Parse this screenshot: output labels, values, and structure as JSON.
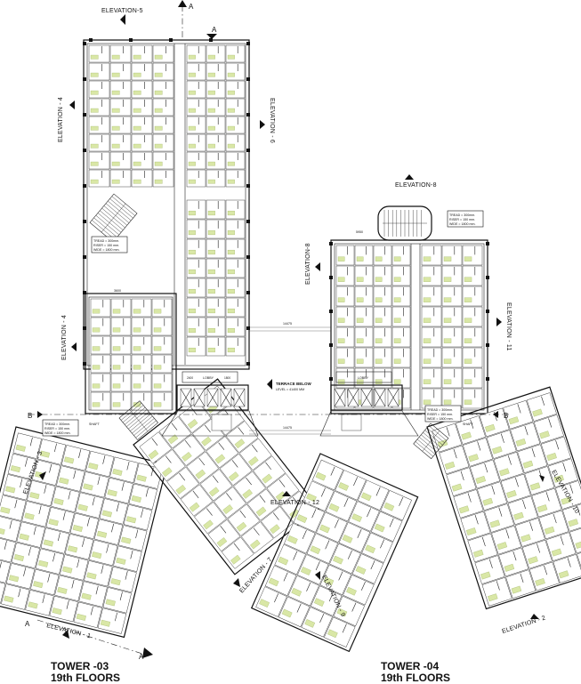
{
  "elevations": {
    "e5_top": "ELEVATION-5",
    "e6": "ELEVATION - 6",
    "e4_upper": "ELEVATION - 4",
    "e4_lower": "ELEVATION - 4",
    "e3": "ELEVATION - 3",
    "e1": "ELEVATION - 1",
    "e7": "ELEVATION - 7",
    "e12": "ELEVATION - 12",
    "e8_top": "ELEVATION-8",
    "e8_side": "ELEVATION-8",
    "e11": "ELEVATION - 11",
    "e10": "ELEVATION - 10",
    "e9": "ELEVATION - 9",
    "e2": "ELEVATION - 2"
  },
  "section_marks": {
    "a_top": "A",
    "a_mid": "A",
    "a_bottom_left": "A",
    "a_bottom": "A",
    "b_left": "B",
    "b_right": "B"
  },
  "terrace": {
    "title": "TERRACE BELOW",
    "level": "LEVEL = 41400 MM"
  },
  "lobby_labels": [
    "LOBBY",
    "LOBBY"
  ],
  "shaft_labels": [
    "SHAFT",
    "SHAFT"
  ],
  "stair_notes": {
    "left_top": [
      "TREAD = 300mm.",
      "RISER = 150 mm.",
      "WIDE = 1800 mm."
    ],
    "left_bottom": [
      "TREAD = 300mm.",
      "RISER = 150 mm.",
      "WIDE = 1800 mm."
    ],
    "right_top": [
      "TREAD = 300mm.",
      "RISER = 150 mm.",
      "WIDE = 1800 mm."
    ],
    "right_bottom": [
      "TREAD = 300mm.",
      "RISER = 150 mm.",
      "WIDE = 1800 mm."
    ]
  },
  "dimensions": {
    "d_14475_top": "14475",
    "d_14475_bottom": "14475",
    "d_3600": "3600",
    "d_5950": "5950",
    "d_2400": "2400",
    "d_1800": "1800"
  },
  "towers": [
    {
      "name": "TOWER -03",
      "floor": "19th FLOORS"
    },
    {
      "name": "TOWER -04",
      "floor": "19th FLOORS"
    }
  ]
}
